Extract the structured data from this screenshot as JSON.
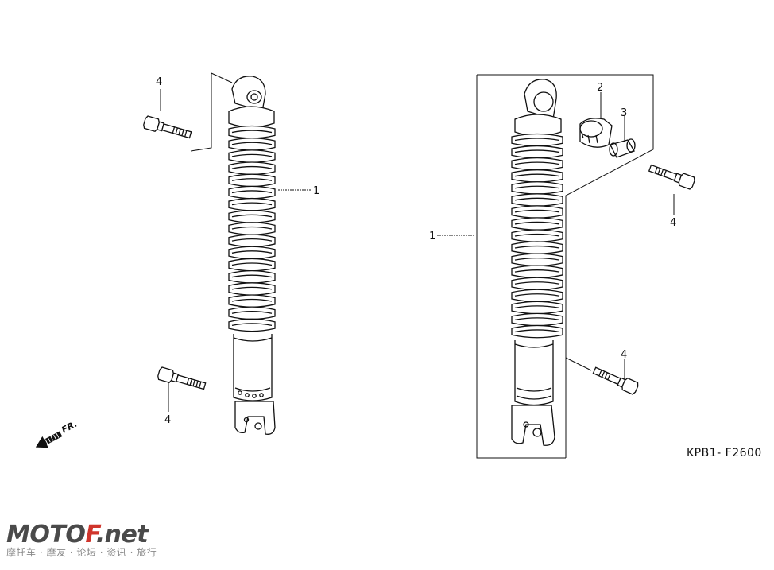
{
  "diagram": {
    "callouts": {
      "left_bolt_top": "4",
      "left_shock": "1",
      "left_bolt_bottom": "4",
      "right_shock": "1",
      "bushing": "2",
      "collar": "3",
      "right_bolt_top": "4",
      "right_bolt_bottom": "4"
    },
    "front_arrow_label": "FR.",
    "figure_code": "KPB1- F2600"
  },
  "watermark": {
    "brand_part1": "MOTO",
    "brand_part2": "F",
    "brand_part3": ".net",
    "tagline": "摩托车 · 摩友 · 论坛 · 资讯 · 旅行"
  },
  "colors": {
    "line": "#111111",
    "brand_gray": "#4a4a4a",
    "brand_red": "#d0352c"
  }
}
